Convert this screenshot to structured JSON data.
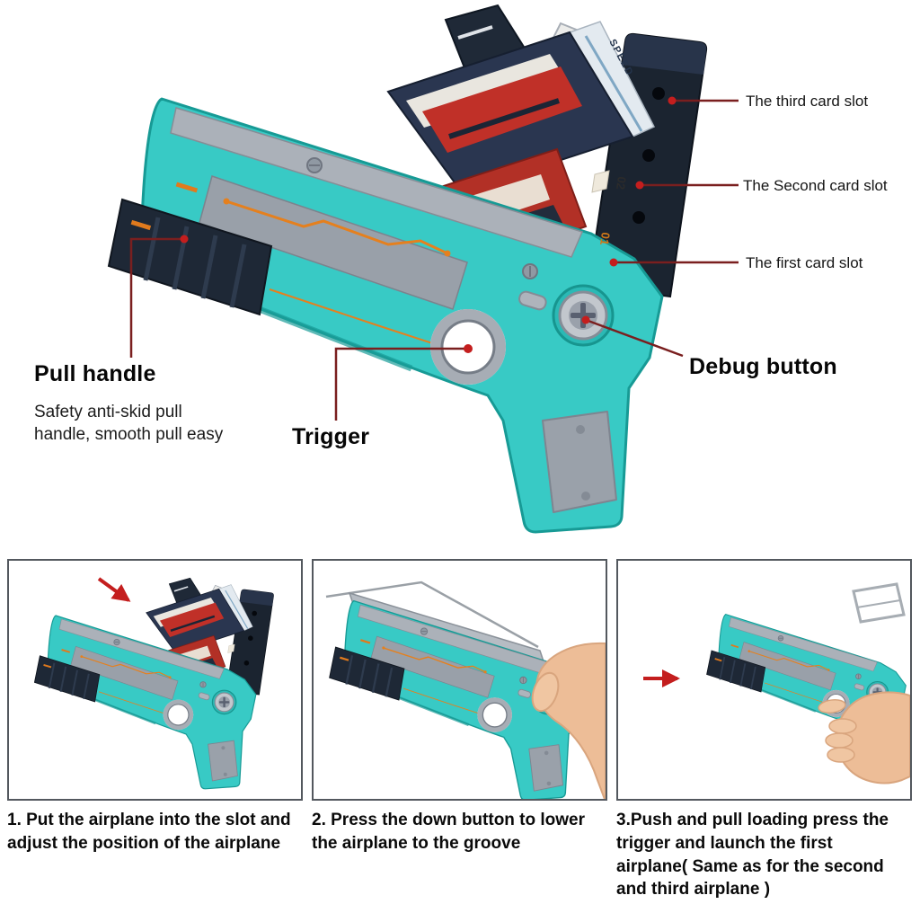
{
  "hero": {
    "labels": {
      "third_slot": "The third card slot",
      "second_slot": "The Second card slot",
      "first_slot": "The first card slot",
      "pull_handle": "Pull handle",
      "pull_handle_desc": "Safety anti-skid pull handle, smooth pull easy",
      "trigger": "Trigger",
      "debug_button": "Debug button"
    },
    "plane_text": "SPEED",
    "card_numbers": {
      "slot2": "02",
      "slot1": "01"
    }
  },
  "steps": [
    {
      "caption": "1. Put the airplane into the slot and adjust the position of the airplane"
    },
    {
      "caption": "2. Press the down button to lower the airplane to the groove"
    },
    {
      "caption": "3.Push and pull loading press the trigger and launch the first airplane( Same as for the second and third airplane )"
    }
  ],
  "colors": {
    "body_teal": "#38cac5",
    "slot_navy": "#1b2430",
    "detail_grey": "#a7adb5",
    "accent_orange": "#e5801e",
    "callout_line": "#7a1f1f",
    "arrow_red": "#c41e1e"
  }
}
